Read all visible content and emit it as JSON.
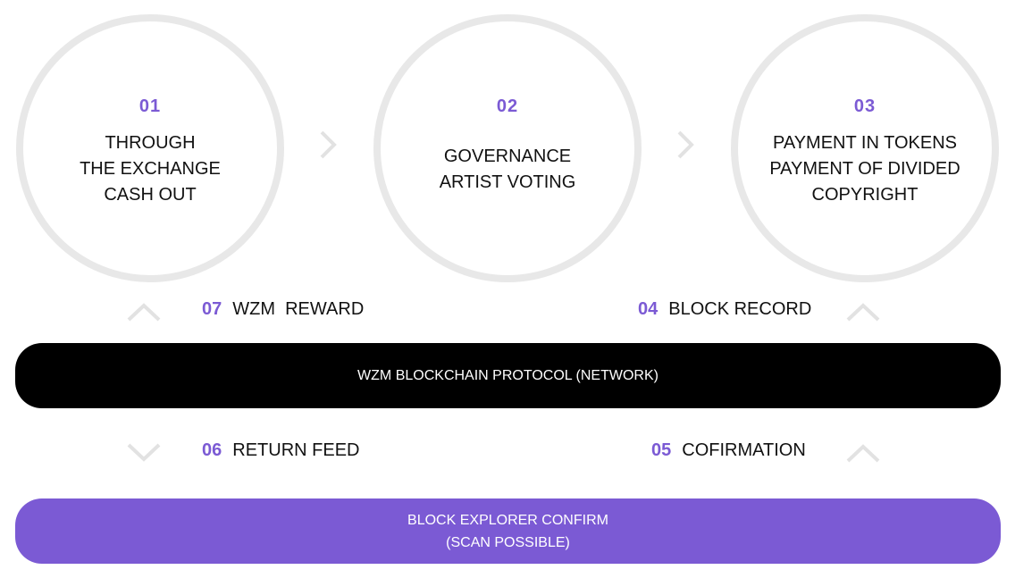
{
  "steps_top": [
    {
      "number": "01",
      "lines": [
        "THROUGH",
        "THE EXCHANGE",
        "CASH OUT"
      ]
    },
    {
      "number": "02",
      "lines": [
        "GOVERNANCE",
        "ARTIST VOTING"
      ]
    },
    {
      "number": "03",
      "lines": [
        "PAYMENT IN TOKENS",
        "PAYMENT OF DIVIDED",
        "COPYRIGHT"
      ]
    }
  ],
  "step_07": {
    "number": "07",
    "label": "WZM  REWARD"
  },
  "step_04": {
    "number": "04",
    "label": "BLOCK RECORD"
  },
  "step_06": {
    "number": "06",
    "label": "RETURN FEED"
  },
  "step_05": {
    "number": "05",
    "label": "COFIRMATION"
  },
  "protocol_bar": {
    "label": "WZM BLOCKCHAIN PROTOCOL (NETWORK)"
  },
  "explorer_bar": {
    "line1": "BLOCK EXPLORER CONFIRM",
    "line2": "(SCAN POSSIBLE)"
  },
  "colors": {
    "accent": "#7b5ad4",
    "circle_border": "#e8e8e8",
    "arrow": "#e2e2e2",
    "protocol_bg": "#000000"
  },
  "icons": {
    "flow_right": "chevron-right-icon",
    "flow_up": "chevron-up-icon",
    "flow_down": "chevron-down-icon"
  }
}
